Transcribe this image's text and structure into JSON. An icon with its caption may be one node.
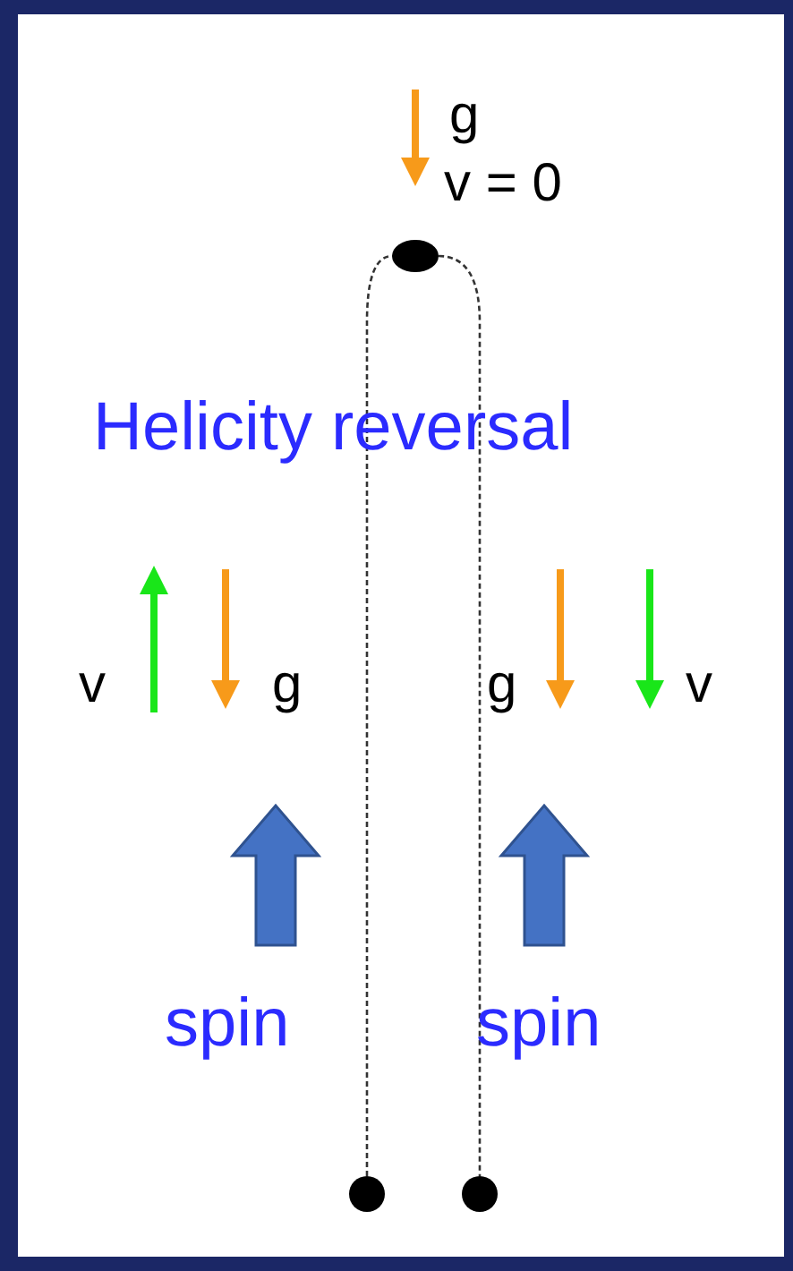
{
  "diagram": {
    "nodes": [
      {
        "text": [],
        "shape": "circle"
      },
      {
        "text": [],
        "shape": "circle"
      },
      {
        "text": [],
        "shape": "circle"
      }
    ],
    "edges": [
      {
        "from": 1,
        "to": 0,
        "arrow": "none",
        "style": "dashed"
      },
      {
        "from": 0,
        "to": 2,
        "arrow": "none",
        "style": "dashed"
      }
    ],
    "labels": [
      "g",
      "v = 0",
      "Helicity reversal",
      "v",
      "g",
      "g",
      "v",
      "spin",
      "spin"
    ]
  }
}
